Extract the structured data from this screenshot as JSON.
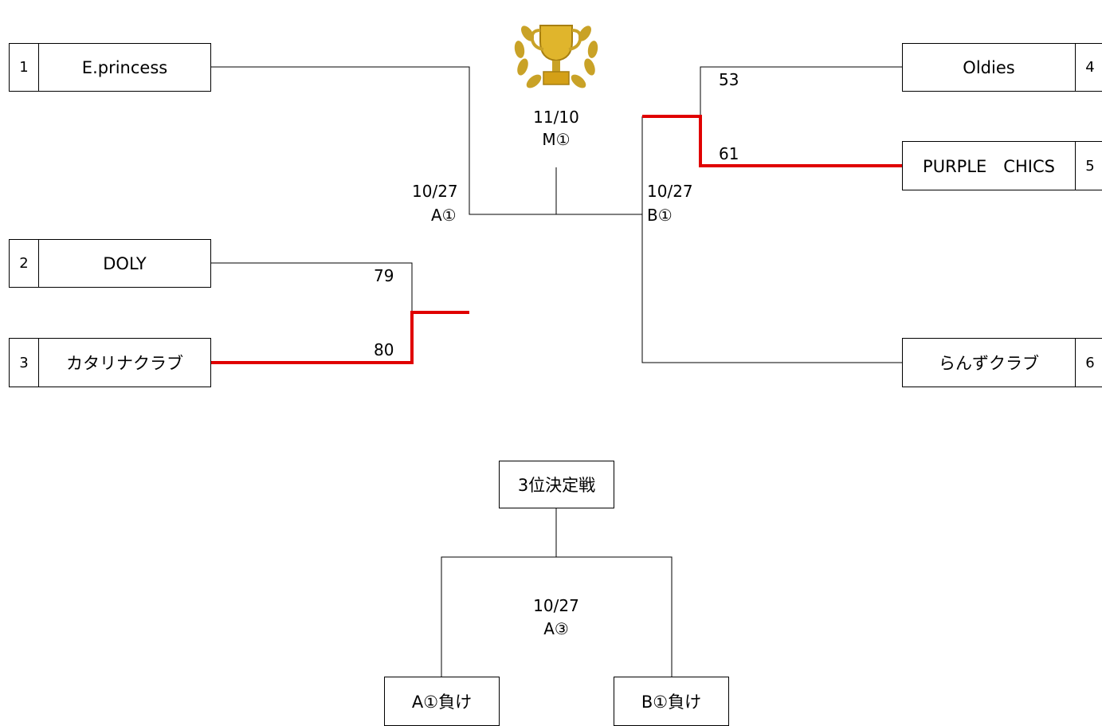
{
  "colors": {
    "line": "#000000",
    "winner": "#e00000",
    "trophy": "#d4a017"
  },
  "trophy": {
    "icon": "trophy-with-laurel-icon"
  },
  "teams": [
    {
      "seed": "1",
      "name": "E.princess"
    },
    {
      "seed": "2",
      "name": "DOLY"
    },
    {
      "seed": "3",
      "name": "カタリナクラブ"
    },
    {
      "seed": "4",
      "name": "Oldies"
    },
    {
      "seed": "5",
      "name": "PURPLE　CHICS"
    },
    {
      "seed": "6",
      "name": "らんずクラブ"
    }
  ],
  "scores": {
    "doly": "79",
    "catalina": "80",
    "oldies": "53",
    "purple": "61"
  },
  "matches": {
    "a1": {
      "date": "10/27",
      "code": "A①"
    },
    "b1": {
      "date": "10/27",
      "code": "B①"
    },
    "final": {
      "date": "11/10",
      "code": "M①"
    },
    "third": {
      "title": "3位決定戦",
      "date": "10/27",
      "code": "A③",
      "left": "A①負け",
      "right": "B①負け"
    }
  }
}
